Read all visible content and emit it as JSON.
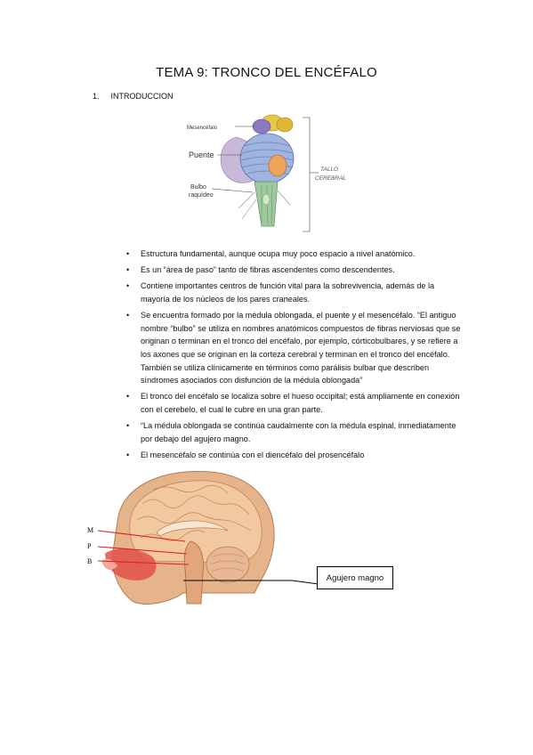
{
  "document": {
    "title": "TEMA 9: TRONCO DEL ENCÉFALO",
    "section": {
      "number": "1.",
      "heading": "INTRODUCCION"
    }
  },
  "figure_brainstem": {
    "labels": {
      "mesencefalo": "Mesencéfalo",
      "puente": "Puente",
      "bulbo_line1": "Bulbo",
      "bulbo_line2": "raquídeo",
      "tallo_line1": "TALLO",
      "tallo_line2": "CEREBRAL"
    }
  },
  "bullets": [
    "Estructura fundamental, aunque ocupa muy poco espacio a nivel anatómico.",
    "Es un “área de paso” tanto de fibras ascendentes como descendentes.",
    "Contiene importantes centros de función vital para la sobrevivencia, además de la mayoría de los núcleos de los pares craneales.",
    "Se encuentra formado por la médula oblongada, el puente y el mesencéfalo. “El antiguo nombre “bulbo” se utiliza en nombres anatómicos compuestos de fibras nerviosas que se originan o terminan en el tronco del encéfalo, por ejemplo, córticobulbares, y se refiere a los axones que se originan en la corteza cerebral y terminan en el tronco del encéfalo. También se utiliza clínicamente en términos como parálisis bulbar que describen síndromes asociados con disfunción de la médula oblongada”",
    "El tronco del encéfalo se localiza sobre el hueso occipital; está ampliamente en conexión con el cerebelo, el cual le cubre en una gran parte.",
    "“La médula oblongada se continúa caudalmente con la médula espinal, inmediatamente por debajo del agujero magno.",
    "El mesencéfalo se continúa con el diencéfalo del prosencéfalo"
  ],
  "figure_head": {
    "labels": {
      "m": "M",
      "p": "P",
      "b": "B"
    },
    "callout": "Agujero magno"
  }
}
